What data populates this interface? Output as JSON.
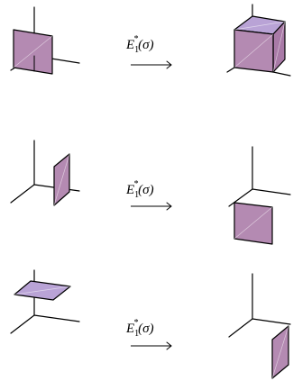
{
  "map_label": {
    "base": "E",
    "subscript": "1",
    "superscript": "*",
    "argument": "(σ)"
  },
  "rows": [
    {
      "source": "vertical face (front)",
      "image": "unit cube (three faces)"
    },
    {
      "source": "vertical face (side)",
      "image": "vertical face (front, shifted down)"
    },
    {
      "source": "horizontal face (top)",
      "image": "vertical face (side, shifted down)"
    }
  ],
  "colors": {
    "face_fill": "#b48ab2",
    "face_fill_light": "#c6a6cf",
    "face_fill_top": "#b9a3d6",
    "axis": "#000000"
  }
}
